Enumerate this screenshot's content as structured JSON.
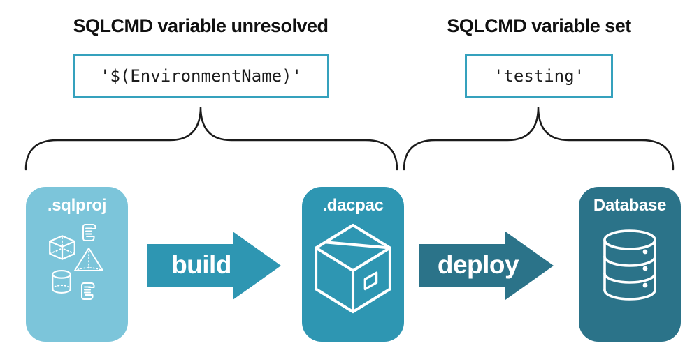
{
  "annotations": [
    {
      "heading": "SQLCMD variable unresolved",
      "code": "'$(EnvironmentName)'"
    },
    {
      "heading": "SQLCMD variable set",
      "code": "'testing'"
    }
  ],
  "nodes": [
    {
      "label": ".sqlproj",
      "color": "#7CC5DA",
      "icon": "sql-object-icons"
    },
    {
      "label": ".dacpac",
      "color": "#2E96B2",
      "icon": "package-icon"
    },
    {
      "label": "Database",
      "color": "#2B7389",
      "icon": "database-icon"
    }
  ],
  "arrows": [
    {
      "label": "build",
      "color": "#2E96B2"
    },
    {
      "label": "deploy",
      "color": "#2B7389"
    }
  ],
  "colors": {
    "background": "#FFFFFF",
    "code_box_border": "#35A1BD",
    "brace_stroke": "#1B1B1B",
    "heading_text": "#111111",
    "code_text": "#1B1B1B",
    "node_label_text": "#FFFFFF",
    "icon_stroke": "#FFFFFF"
  }
}
